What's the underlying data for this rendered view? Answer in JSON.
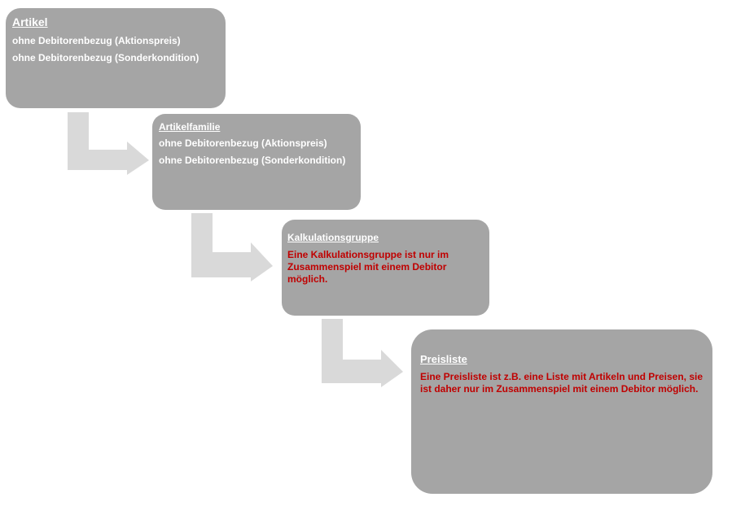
{
  "colors": {
    "box_fill": "#a5a5a5",
    "arrow_fill": "#d9d9d9",
    "title_text": "#ffffff",
    "note_text": "#c00000"
  },
  "boxes": [
    {
      "title": "Artikel",
      "lines": [
        "ohne Debitorenbezug (Aktionspreis)",
        "ohne Debitorenbezug (Sonderkondition)"
      ]
    },
    {
      "title": "Artikelfamilie",
      "lines": [
        "ohne Debitorenbezug (Aktionspreis)",
        "ohne Debitorenbezug (Sonderkondition)"
      ]
    },
    {
      "title": "Kalkulationsgruppe",
      "note_lines": [
        "Eine Kalkulationsgruppe ist nur im",
        "Zusammenspiel mit einem Debitor",
        "möglich."
      ]
    },
    {
      "title": "Preisliste",
      "note_lines": [
        "Eine Preisliste ist z.B. eine Liste mit Artikeln und Preisen, sie",
        "ist daher nur im Zusammenspiel mit einem Debitor möglich."
      ]
    }
  ],
  "connectors": [
    {
      "from": "Artikel",
      "to": "Artikelfamilie",
      "icon": "bent-arrow-right-icon"
    },
    {
      "from": "Artikelfamilie",
      "to": "Kalkulationsgruppe",
      "icon": "bent-arrow-right-icon"
    },
    {
      "from": "Kalkulationsgruppe",
      "to": "Preisliste",
      "icon": "bent-arrow-right-icon"
    }
  ]
}
